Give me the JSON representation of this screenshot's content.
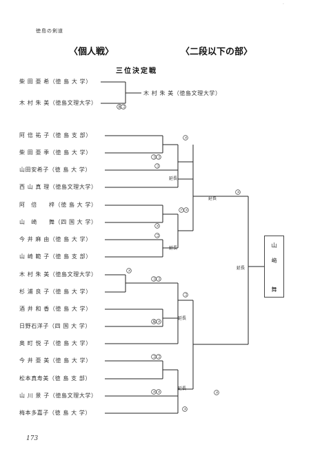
{
  "header": {
    "label": "徳島の剣道"
  },
  "titles": {
    "individual": "〈個人戦〉",
    "division": "〈二段以下の部〉",
    "third_place": "三位決定戦"
  },
  "third_place": {
    "players": [
      "柴 田 亜 希（徳 島 大 学）",
      "木 村 朱 美（徳島文理大学）"
    ],
    "winner": "木 村 朱 美（徳島文理大学）"
  },
  "players": [
    "阿 倍 祐 子（徳 島 支 部）",
    "柴 田 亜 季（徳 島 大 学）",
    "山田安希子（徳 島 大 学）",
    "西 山 真 理（徳島文理大学）",
    "阿　倍　　梓（徳 島 大 学）",
    "山　崎　　舞（四 国 大 学）",
    "今 井 麻 由（徳 島 大 学）",
    "山 崎 範 子（徳 島 支 部）",
    "木 村 朱 美（徳島文理大学）",
    "杉 浦 良 子（徳 島 大 学）",
    "酒 井 和 香（徳 島 大 学）",
    "日野石洋子（四 国 大 学）",
    "奥 町 悦 子（徳 島 大 学）",
    "今 井 亜 美（徳 島 大 学）",
    "松本真寿美（徳 島 支 部）",
    "山 川 景 子（徳島文理大学）",
    "梅本多嘉子（徳 島 大 学）"
  ],
  "extension_label": "延長",
  "marks": {
    "men": "メ",
    "kote": "コ",
    "do": "ド",
    "hansoku": "反"
  },
  "champion": [
    "山",
    "﨑",
    "",
    "舞"
  ],
  "page_number": "173",
  "stray_mark": "·"
}
